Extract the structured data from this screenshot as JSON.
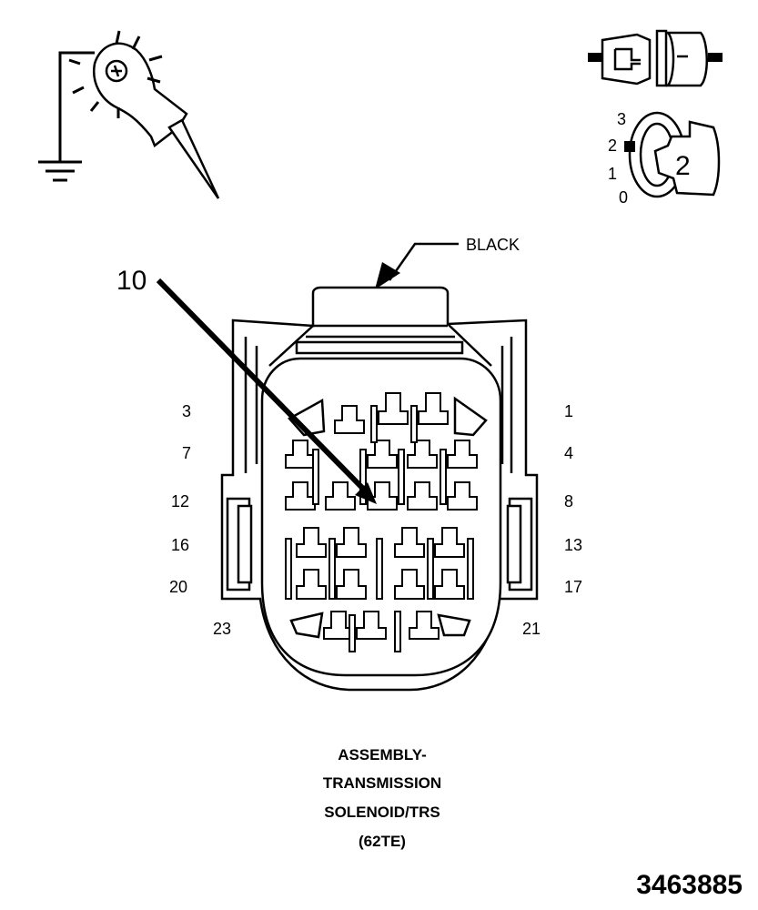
{
  "callouts": {
    "color": "BLACK",
    "pin_number": "10"
  },
  "pin_labels": {
    "left": [
      "3",
      "7",
      "12",
      "16",
      "20",
      "23"
    ],
    "right": [
      "1",
      "4",
      "8",
      "13",
      "17",
      "21"
    ]
  },
  "ignition_key": {
    "positions": [
      "3",
      "2",
      "1",
      "0"
    ],
    "selected": "2"
  },
  "caption": {
    "lines": [
      "ASSEMBLY-",
      "TRANSMISSION",
      "SOLENOID/TRS",
      "(62TE)"
    ]
  },
  "figure_number": "3463885",
  "icons": {
    "probe": "test-light-probe-icon",
    "ground": "ground-symbol-icon",
    "connector": "disconnected-connector-icon",
    "key": "ignition-key-icon"
  }
}
